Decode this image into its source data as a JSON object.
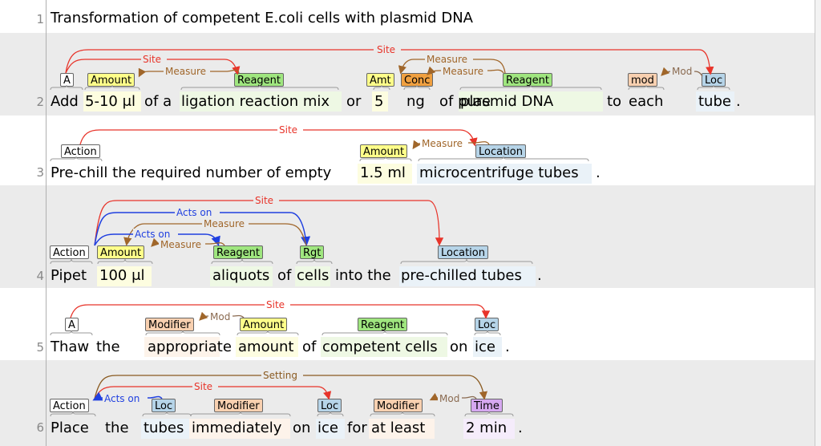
{
  "sentences": [
    {
      "num": "1",
      "text": "Transformation of competent E.coli cells with plasmid DNA"
    },
    {
      "num": "2",
      "words": [
        "Add",
        "5-10 μl",
        "of a",
        "ligation reaction mix",
        "or",
        "5",
        "ng",
        "of pure",
        "plasmid DNA",
        "to",
        "each",
        "tube",
        "."
      ],
      "labels": [
        "A",
        "Amount",
        "Reagent",
        "Amt",
        "Conc",
        "Reagent",
        "mod",
        "Loc"
      ],
      "arcs": [
        "Site",
        "Site",
        "Measure",
        "Measure",
        "Measure",
        "Mod"
      ]
    },
    {
      "num": "3",
      "words": [
        "Pre-chill the required number of empty",
        "1.5 ml",
        "microcentrifuge tubes",
        "."
      ],
      "labels": [
        "Action",
        "Amount",
        "Location"
      ],
      "arcs": [
        "Site",
        "Measure"
      ]
    },
    {
      "num": "4",
      "words": [
        "Pipet",
        "100 μl",
        "aliquots",
        "of",
        "cells",
        "into the",
        "pre-chilled tubes",
        "."
      ],
      "labels": [
        "Action",
        "Amount",
        "Reagent",
        "Rgt",
        "Location"
      ],
      "arcs": [
        "Site",
        "Acts on",
        "Measure",
        "Acts on",
        "Measure"
      ]
    },
    {
      "num": "5",
      "words": [
        "Thaw",
        "the",
        "appropriate",
        "amount",
        "of",
        "competent cells",
        "on",
        "ice",
        "."
      ],
      "labels": [
        "A",
        "Modifier",
        "Amount",
        "Reagent",
        "Loc"
      ],
      "arcs": [
        "Site",
        "Mod"
      ]
    },
    {
      "num": "6",
      "words": [
        "Place",
        "the",
        "tubes",
        "immediately",
        "on",
        "ice",
        "for",
        "at least",
        "2 min",
        "."
      ],
      "labels": [
        "Action",
        "Loc",
        "Modifier",
        "Loc",
        "Modifier",
        "Time"
      ],
      "arcs": [
        "Setting",
        "Site",
        "Acts on",
        "Mod"
      ]
    }
  ],
  "colors": {
    "amount": "#ffff8a",
    "reagent": "#9fe67f",
    "concentration": "#f0a040",
    "modifier": "#f8d0b0",
    "location": "#b6d4e8",
    "time": "#d6a8f0",
    "action": "#ffffff",
    "site_arc": "#e8342a",
    "measure_arc": "#a0662a",
    "actson_arc": "#2040e0",
    "mod_arc": "#8a6a50",
    "setting_arc": "#8a5a20"
  }
}
